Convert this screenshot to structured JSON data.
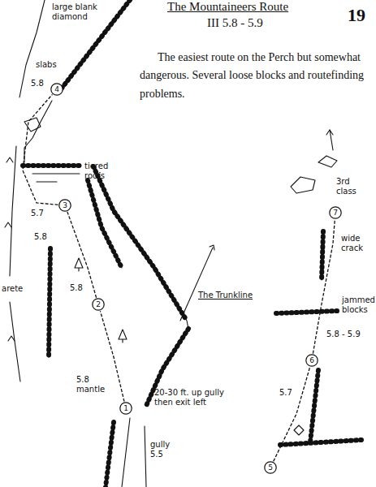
{
  "diagram": {
    "title": "The Mountaineers Route",
    "nodes": [
      {
        "text": [
          "4"
        ]
      },
      {
        "text": [
          "3"
        ]
      },
      {
        "text": [
          "2"
        ]
      },
      {
        "text": [
          "1"
        ]
      },
      {
        "text": [
          "7"
        ]
      },
      {
        "text": [
          "6"
        ]
      },
      {
        "text": [
          "5"
        ]
      }
    ],
    "edges": [
      {
        "from": 3,
        "to": 2,
        "arrow": "none"
      },
      {
        "from": 2,
        "to": 1,
        "arrow": "none"
      },
      {
        "from": 1,
        "to": 0,
        "arrow": "none"
      },
      {
        "from": 6,
        "to": 5,
        "arrow": "none"
      },
      {
        "from": 5,
        "to": 4,
        "arrow": "none"
      }
    ],
    "labels": [
      "19",
      "III 5.8 - 5.9",
      "The easiest route on the Perch but somewhat dangerous. Several loose blocks and routefinding problems.",
      "large blank diamond",
      "slabs",
      "5.8",
      "tiered roofs",
      "5.7",
      "5.8",
      "arete",
      "5.8",
      "The Trunkline",
      "5.8 mantle",
      "20-30 ft. up gully then exit left",
      "gully 5.5",
      "3rd class",
      "wide crack",
      "jammed blocks",
      "5.8 - 5.9",
      "5.7"
    ]
  }
}
